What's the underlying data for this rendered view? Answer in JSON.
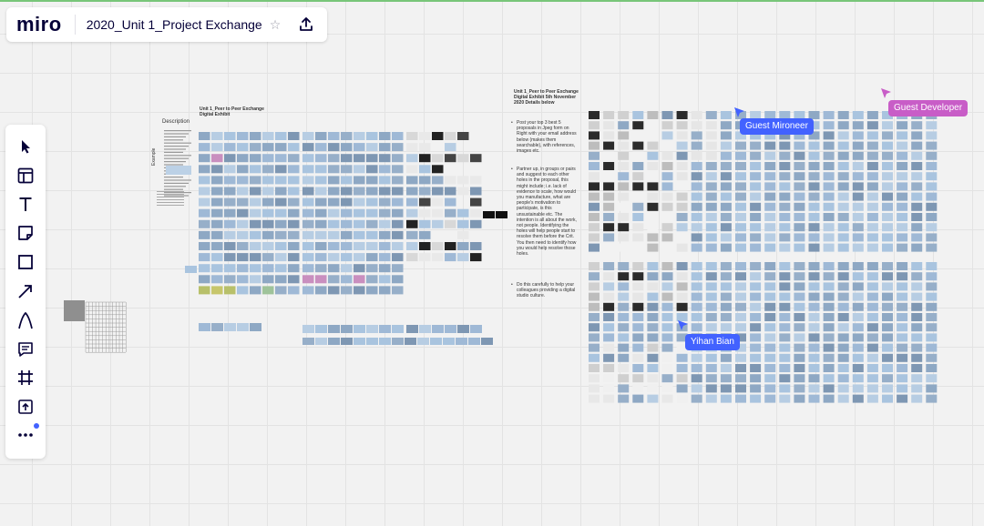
{
  "app": {
    "logo_text": "miro",
    "board_title": "2020_Unit 1_Project Exchange"
  },
  "toolbar": {
    "tools": [
      {
        "name": "select-tool-icon"
      },
      {
        "name": "templates-tool-icon"
      },
      {
        "name": "text-tool-icon"
      },
      {
        "name": "sticky-note-tool-icon"
      },
      {
        "name": "shape-tool-icon"
      },
      {
        "name": "connection-line-tool-icon"
      },
      {
        "name": "pen-tool-icon"
      },
      {
        "name": "comment-tool-icon"
      },
      {
        "name": "frame-tool-icon"
      },
      {
        "name": "upload-tool-icon"
      },
      {
        "name": "more-tools-icon"
      }
    ]
  },
  "collaborators": [
    {
      "name": "Guest Mironeer",
      "color": "#4262ff"
    },
    {
      "name": "Guest Developer",
      "color": "#c85dc7"
    },
    {
      "name": "Yihan Bian",
      "color": "#4262ff"
    }
  ],
  "canvas": {
    "description_heading": "Description",
    "example_label": "Example",
    "exhibit_title_left": "Unit 1_Peer to Peer Exchange Digital Exhibit",
    "exhibit_title_right": "Unit 1_Peer to Peer Exchange Digital Exhibit 5th November 2020 Details below",
    "bullet_1": "Post your top 3 best 5 proposals in Jpeg form on Right with your email address below (makes them searchable), with references, images etc.",
    "bullet_2": "Partner up, in groups or pairs and suggest to each other holes in the proposal, this might include; i.e. lack of evidence to scale, how would you manufacture, what are people's motivation to participate, is this unsustainable etc. The intention is all about the work, not people. Identifying the holes will help people start to resolve them before the Crit. You then need to identify how you would help resolve those holes.",
    "bullet_3": "Do this carefully to help your colleagues providing a digital studio culture."
  }
}
